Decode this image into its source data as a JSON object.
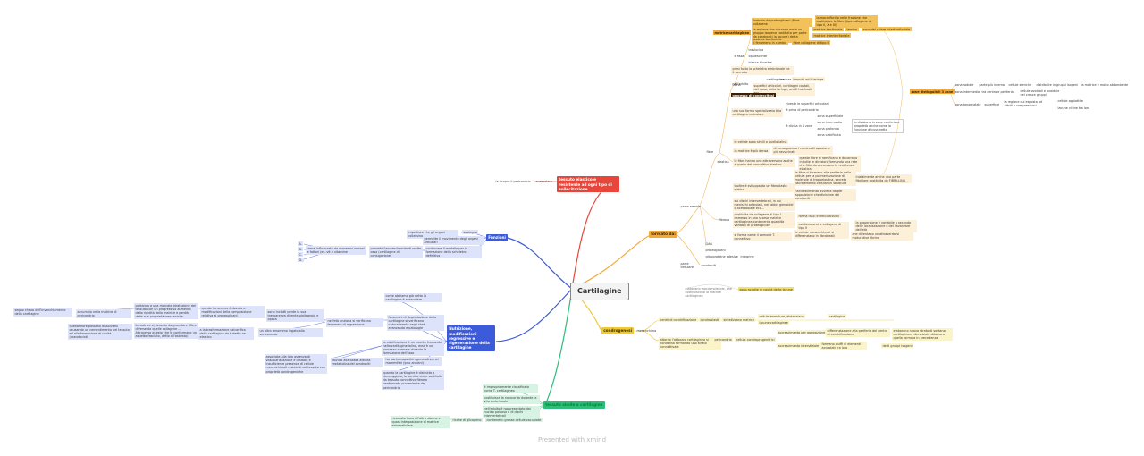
{
  "center": "Cartilagine",
  "footer": "Presented with xmind",
  "colors": {
    "red": "#e8463b",
    "orange": "#f2a93a",
    "yellow": "#f0c936",
    "green": "#2ebc7a",
    "blue": "#3b5bdb",
    "text": "#3b3b3b"
  },
  "branches": {
    "tessuto": "tessuto elastico e resistente ad ogni tipo di sollecitazione",
    "funzioni": "Funzioni",
    "nutrizione": "Nutrizione, modificazioni regressive e rigenerazione della cartilagine",
    "formato": "formato da:",
    "condrogenesi": "condrogenesi",
    "tessuto_simile": "tessuto simile a cartilagine"
  },
  "tessuto_items": {
    "ricopre": "la ricopre il pericondrio",
    "avascolare": "avascolare"
  },
  "funzioni_items": {
    "impedisce": "impedisce che gli organi collassino",
    "sostegno": "sostegno",
    "permette": "permette il movimento degli organi articolari",
    "viene": "viene influenzato da numerosi ormoni e fattori (es.:vit.e vitamine",
    "prevede": "prevede l'accrescimento di molte ossa (cartilagine di coniugazione)",
    "continuare": "continuare il modello per la formazione della scheletro definitivo",
    "labels": [
      "A.",
      "B.",
      "C.",
      "D."
    ]
  },
  "nutrizione_items": {
    "nasce": "come abbiamo già detto la cartilagine è avascolare",
    "nell_eta": "nell'età anziana si verificano fenomeni di regressione",
    "regressione": "fenomeni di degradazione della cartilagine si verificano naturalmente negli stadi avanzanda e patologie",
    "sono": "sono inclutti perde la sua trasparenza diventa giallognola e opaca",
    "queste": "queste fenomeno è dovuto a modificazioni della composizione relativa ai proteoglicani",
    "portando": "portando a una marcata idratazione del tessuto con un progressivo aumento della rigidità della matrice e perdita delle sue proprietà meccaniche",
    "accumulo": "accumulo nella matrice di pericondrio",
    "segno": "segno chiaro dell'invecchiamento della cartilagine",
    "trasformazione": "a la trasformazione calcarifica della cartilagine da tubetto ne elastico",
    "altro": "un altro fenomeno legato alla senescenza",
    "matrice": "la matrice si, tessuto da granulare (fibre diverse da quelle collagene ... Attraverso questo che le conformano un aspetto fasciato, detto all'asbesto)",
    "queste_fibre": "queste fibre possono dissolversi causando un cementimento del tessuto ed alla formazione di cavità (pseudocisti)",
    "la_calcificazione": "la calcificazione è un evento frequente nella cartilagine ialina, essa è un processo normale durante la formazione dell'osso",
    "dovuto": "dovuto alla bassa attività metabolica dei condrociti",
    "associata": "associata alla loro assenza di vascolarizzazione e limitata e insufficiente presenza di cellule mesenchimali residenti nel tessuto con proprietà condrogeniche",
    "ha_poche": "ha poche capacità rigenerative nei mammiferi (ipso anziani)",
    "quando": "quando la cartilagine è distrutta o danneggiata, la perdita viene sostituita da tessuto connettivo fibroso neoformato proveniente del pericondrio"
  },
  "formato_items": {
    "matrice_cart": "matrice cartilaginea",
    "formato_da": "formata da proteoglicani (fibre collagene",
    "la_macro": "la macrofibrilla nelle frazione che costituisce le fibre (tipo collagene di tipo II, X e XI)",
    "la_regione": "la regione che circonda ossia un gruppo isogeno costituito per parte da condrociti (o lacune) detta matrice territoriale",
    "matrice_terr": "matrice territoriale",
    "matrice_interterr": "matrice interterritoriale",
    "lamina": "lamina",
    "sono_del": "sono del colore interterritoriale",
    "il_fenomeno": "il fenomeno in cambio",
    "fibre_collagene": "fibre collagene di tipo II",
    "ialina": "ialina",
    "fine": "è fissa",
    "trasluc": "traslucida",
    "opalescente": "opalescente",
    "bianco": "bianca bluastra",
    "presi": "presi tutto lo scheletro embrionale ne è formato",
    "nell_adulto": "nell'adulto",
    "cartilagine_cost": "cartilaginee",
    "trachea": "trachea",
    "bronchi": "bronchi ed il laringe",
    "superfici": "superfici articolari, cartilagini costali, del naso, della laringe, anelli tracheali ecc...",
    "processo": "processo di condrocitosi",
    "una_sua_forma": "una sua forma specializzata è la cartilagine articolare",
    "riveste": "riveste le superfici articolari",
    "e_priva": "è priva di pericondrio",
    "e_divisa": "è divisa in 4 zone",
    "zone": [
      "zona superficiale",
      "zona intermedia",
      "zona profonda",
      "zona calcificata"
    ],
    "la_divisione": "la divisione in zone conferisce proprietà anche come la funzione di cuscinetto",
    "zone_distinguibili": "zone distinguibili 3 zone",
    "zona_radiale": "zona radiale",
    "zona_intermedia2": "zona intermedia",
    "zona_tangenziale": "zona tangenziale",
    "parte_piu": "parte più interna",
    "cellule_sferiche": "cellule sferiche",
    "distribuite": "distribuite in gruppi isogeni",
    "la_matrice_molto": "la matrice è molto abbondante",
    "tra_centro": "tra centro e periferia",
    "cellule_ovoidali": "cellule ovoidali e ovoidale nei cresce gruppi",
    "superficie": "superficie",
    "la_regione_cui": "la regione cui esposta ad attriti a compressioni",
    "cellule_appiattite": "cellule appiattite",
    "lacune_vicine": "lacune vicine tra loro",
    "elastica": "elastica",
    "le_cellule": "le cellule sono simili a quella ialina",
    "la_matrice_piu": "la matrice è più densa",
    "di_conseguenza": "di conseguenza i condrociti appaiono più ravvicinati",
    "le_fibre_hanno": "le fibre hanno uno attraversano anche a quello del connettivo elastico",
    "queste_fibre2": "queste fibre si ramificano e decorrono in tutte le direzioni formando una rete che fitta da accrescere la resistenza elastica",
    "le_fibre_formano": "le fibre si formano alla periferia della cellula per la polimerizzazione di molecole di tropoelastina, secreta dall'elemento cellulari in struttura",
    "inizialmente": "inizialmente anche una parte fibrillare costituita da FIBRILLINA",
    "mae": "Inoltre è sviluppa da un fibroblasto sfatico",
    "l_accrescimento": "l'accrescimento avviene da per apposizione che divisione dei condrociti",
    "fibrosa": "fibrosa",
    "sui_dischi": "sui dischi intervertebrali, in cui menischi articolari, nei labbri glenoidei o acetabolare ecc...",
    "costituita": "costituita da collagene di tipo I immerso in una scarsa matrice cartilaginea contenente quantità variabili di proteoglicani",
    "forma_fasci": "forma fasci intrecciatissimi",
    "contiene": "contiene anche collagene di tipo II",
    "la_proporzione": "la proporzione è variabile a seconda delle localizzazione e del l'avanzare dell'età",
    "si_forma": "si forma come il comune T. connettivo",
    "le_cellule_mes": "le cellule mesenchimali si differenziano in fibroblasti",
    "che_diventano": "che diventano un attraverdarsi maturative fibrine",
    "parte_amorfa": "parte amorfa",
    "gag": "GAG",
    "proteoglicani": "proteoglicani",
    "glicoproteine": "glicoproteine adesive",
    "integrine": "integrine",
    "parte_cellulare": "parte cellulare",
    "condrociti": "condrociti",
    "fibre": "fibre"
  },
  "callout": {
    "elaborate": "elaborano macromolecole, che costituiscono la matrice cartilaginea",
    "sono_accolte": "sono accolte in cavità dette lacune"
  },
  "condrogenesi_items": {
    "mesenchimo": "mesenchima",
    "centri": "centri di condrificazione",
    "condroblasti": "condroblasti",
    "sintetizzano": "sintetizzano matrice",
    "cellule_immature": "cellule immature, distanziano",
    "condrociti2": "cartilagine",
    "lacune_cart": "lacune cartilaginee",
    "attorno": "attorno l'abbozzo cartilagineo si condensa formando uno strato connettivale",
    "pericondrio": "pericondrio",
    "cellula_condroprogenitrici": "cellula condroprogenitrici",
    "accrescimento_apposizione": "accrescimento per apposizione",
    "differenziazione": "differenziazione alla periferia del centro di condrificazione",
    "elaborano_nuova": "elaborano nuova strato di sostanza cartilaginea interstiziale attorno a quella formata in precedenza",
    "accrescimento_interstiziale": "accrescimento interstiziale",
    "formano_ciuffi": "formano ciuffi di elementi accostati tra loro",
    "detti_gruppi": "detti gruppi isogeni"
  },
  "simile_items": {
    "e_impropriamente": "è impropriamente classificata come T. cartilagineo",
    "costituisce": "costituisce la notocorda durante la vita embrionale",
    "nell_adulto2": "nell'adulto è rappresentato dal nucleo polposo e di dischi intervertebrali",
    "ricordato": "ricordato l'una all'altra stanno e quasi interposizione di matrice extracellulare",
    "ricche": "ricche di glicogeno",
    "contiene": "contiene in grosse cellule vacuolate"
  }
}
